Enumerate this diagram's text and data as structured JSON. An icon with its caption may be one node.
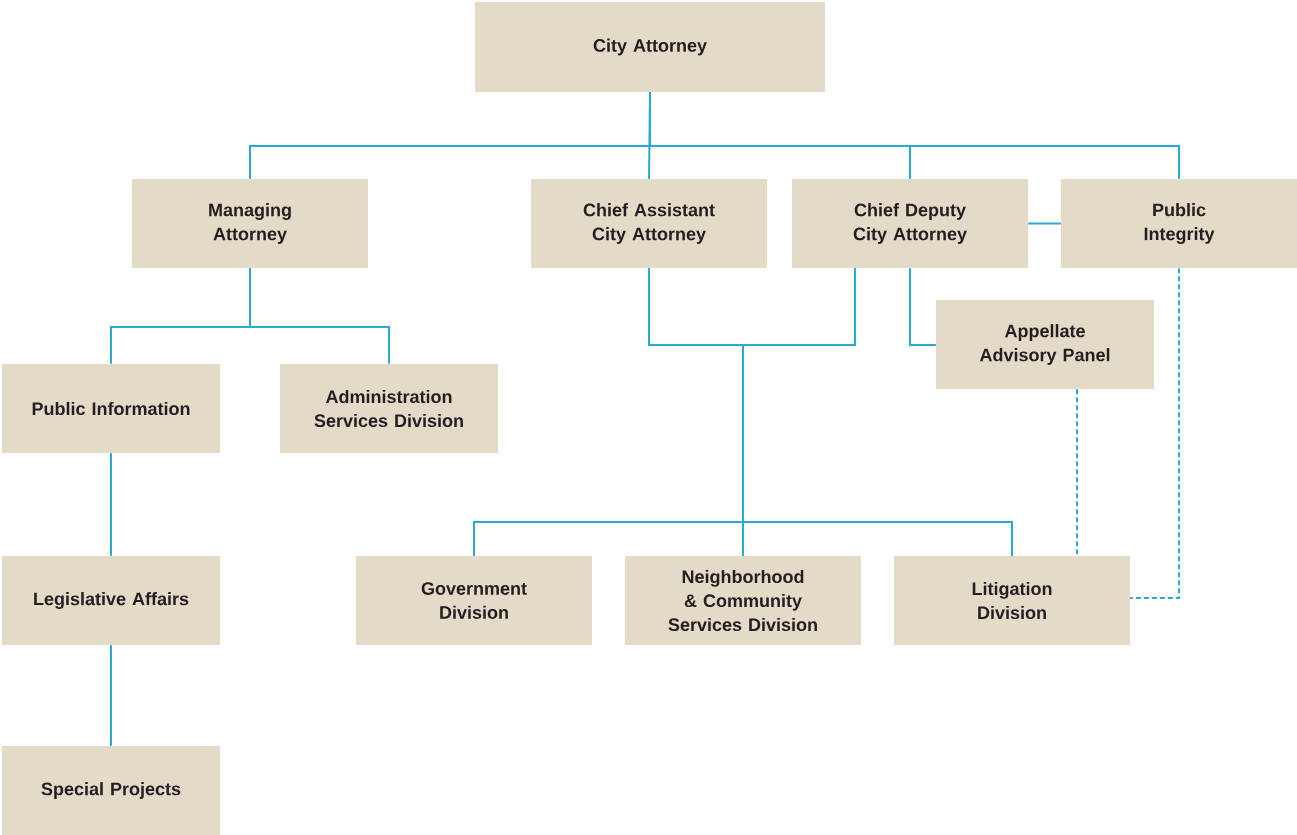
{
  "diagram": {
    "nodes": [
      {
        "text": [
          "City Attorney"
        ]
      },
      {
        "text": [
          "Managing Attorney"
        ]
      },
      {
        "text": [
          "Chief Assistant City Attorney"
        ]
      },
      {
        "text": [
          "Chief Deputy City Attorney"
        ]
      },
      {
        "text": [
          "Public Integrity"
        ]
      },
      {
        "text": [
          "Public Information"
        ]
      },
      {
        "text": [
          "Administration Services Division"
        ]
      },
      {
        "text": [
          "Appellate Advisory Panel"
        ]
      },
      {
        "text": [
          "Legislative Affairs"
        ]
      },
      {
        "text": [
          "Special Projects"
        ]
      },
      {
        "text": [
          "Government Division"
        ]
      },
      {
        "text": [
          "Neighborhood & Community Services Division"
        ]
      },
      {
        "text": [
          "Litigation Division"
        ]
      }
    ],
    "edges": [
      {
        "from": 0,
        "to": 1,
        "arrow": "none"
      },
      {
        "from": 0,
        "to": 2,
        "arrow": "none"
      },
      {
        "from": 0,
        "to": 3,
        "arrow": "none"
      },
      {
        "from": 0,
        "to": 4,
        "arrow": "none"
      },
      {
        "from": 3,
        "to": 4,
        "arrow": "none"
      },
      {
        "from": 1,
        "to": 5,
        "arrow": "none"
      },
      {
        "from": 1,
        "to": 6,
        "arrow": "none"
      },
      {
        "from": 3,
        "to": 7,
        "arrow": "none"
      },
      {
        "from": 2,
        "to": 10,
        "arrow": "none"
      },
      {
        "from": 2,
        "to": 11,
        "arrow": "none"
      },
      {
        "from": 2,
        "to": 12,
        "arrow": "none"
      },
      {
        "from": 3,
        "to": 10,
        "arrow": "none"
      },
      {
        "from": 3,
        "to": 11,
        "arrow": "none"
      },
      {
        "from": 3,
        "to": 12,
        "arrow": "none"
      },
      {
        "from": 5,
        "to": 8,
        "arrow": "none"
      },
      {
        "from": 8,
        "to": 9,
        "arrow": "none"
      },
      {
        "from": 7,
        "to": 12,
        "arrow": "none",
        "style": "dashed"
      },
      {
        "from": 4,
        "to": 12,
        "arrow": "none",
        "style": "dashed"
      }
    ]
  }
}
